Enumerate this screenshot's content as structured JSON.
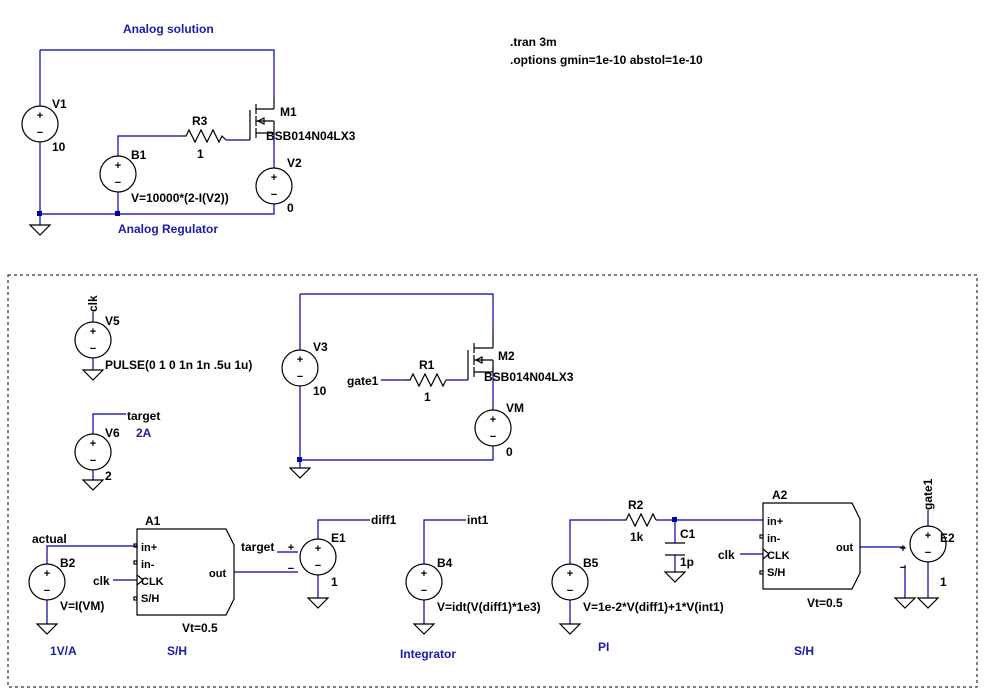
{
  "analog": {
    "title": "Analog solution",
    "subtitle": "Analog Regulator",
    "v1": {
      "name": "V1",
      "value": "10"
    },
    "r3": {
      "name": "R3",
      "value": "1"
    },
    "m1": {
      "name": "M1",
      "model": "BSB014N04LX3"
    },
    "b1": {
      "name": "B1",
      "expr": "V=10000*(2-I(V2))"
    },
    "v2": {
      "name": "V2",
      "value": "0"
    }
  },
  "directives": {
    "tran": ".tran 3m",
    "options": ".options gmin=1e-10 abstol=1e-10"
  },
  "digital": {
    "v5": {
      "name": "V5",
      "net": "clk",
      "value": "PULSE(0 1 0 1n 1n .5u 1u)"
    },
    "v6": {
      "name": "V6",
      "net": "target",
      "value": "2",
      "comment": "2A"
    },
    "v3": {
      "name": "V3",
      "value": "10"
    },
    "r1": {
      "name": "R1",
      "value": "1",
      "net": "gate1"
    },
    "m2": {
      "name": "M2",
      "model": "BSB014N04LX3"
    },
    "vm": {
      "name": "VM",
      "value": "0"
    },
    "b2": {
      "name": "B2",
      "net": "actual",
      "expr": "V=I(VM)",
      "comment": "1V/A"
    },
    "a1": {
      "name": "A1",
      "vt": "Vt=0.5",
      "comment": "S/H",
      "pins": {
        "inp": "in+",
        "inm": "in-",
        "clk": "CLK",
        "sh": "S/H",
        "out": "out"
      },
      "clk_net": "clk"
    },
    "e1": {
      "name": "E1",
      "value": "1",
      "in_net": "target",
      "out_net": "diff1"
    },
    "b4": {
      "name": "B4",
      "net": "int1",
      "expr": "V=idt(V(diff1)*1e3)",
      "comment": "Integrator"
    },
    "b5": {
      "name": "B5",
      "expr": "V=1e-2*V(diff1)+1*V(int1)",
      "comment": "PI"
    },
    "r2": {
      "name": "R2",
      "value": "1k"
    },
    "c1": {
      "name": "C1",
      "value": "1p"
    },
    "a2": {
      "name": "A2",
      "vt": "Vt=0.5",
      "comment": "S/H",
      "pins": {
        "inp": "in+",
        "inm": "in-",
        "clk": "CLK",
        "sh": "S/H",
        "out": "out"
      },
      "clk_net": "clk"
    },
    "e2": {
      "name": "E2",
      "value": "1",
      "out_net": "gate1"
    }
  },
  "symbols": {
    "plus": "+",
    "minus": "−"
  },
  "colors": {
    "wire": "#0000aa",
    "comment": "#1a1ab0",
    "symbol": "#000000",
    "background": "#ffffff"
  }
}
